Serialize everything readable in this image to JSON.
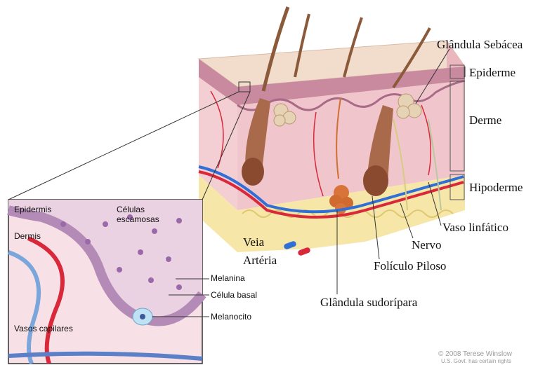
{
  "diagram": {
    "layer_labels": {
      "epidermis": "Epiderme",
      "dermis": "Derme",
      "hypodermis": "Hipoderme"
    },
    "structure_labels": {
      "sebaceous_gland": "Glândula Sebácea",
      "lymph_vessel": "Vaso linfático",
      "nerve": "Nervo",
      "hair_follicle": "Folículo Piloso",
      "sweat_gland": "Glândula sudorípara",
      "vein": "Veia",
      "artery": "Artéria"
    },
    "inset_labels": {
      "epidermis": "Epidermis",
      "dermis": "Dermis",
      "squamous_cells": "Células\nescamosas",
      "melanin": "Melanina",
      "basal_cell": "Célula basal",
      "melanocyte": "Melanocito",
      "capillaries": "Vasos capilares"
    },
    "credit": "© 2008 Terese Winslow",
    "credit_sub": "U.S. Govt. has certain rights",
    "colors": {
      "skin_surface": "#f2dccc",
      "epidermis": "#c98aa0",
      "dermis": "#f0c6cc",
      "hypodermis_fat": "#f6e6a8",
      "hair": "#8a5a3a",
      "artery": "#d8283a",
      "vein": "#2f6fd6",
      "nerve": "#e6e0a8",
      "inset_cells": "#d9b4cf",
      "basal_cells": "#b48bb7"
    }
  }
}
